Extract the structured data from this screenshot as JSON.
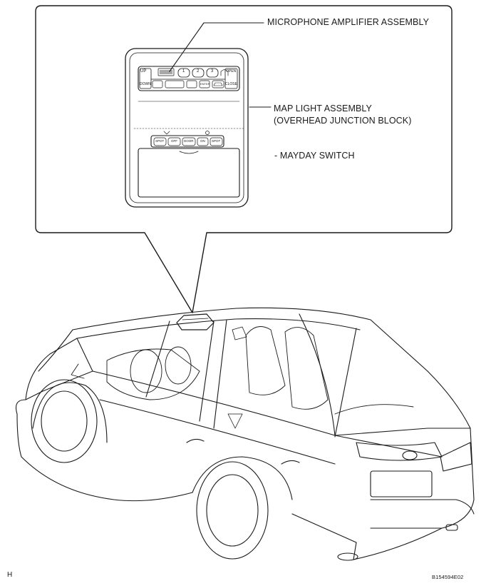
{
  "callouts": {
    "microphone": "MICROPHONE AMPLIFIER ASSEMBLY",
    "map_light_line1": "MAP LIGHT ASSEMBLY",
    "map_light_line2": "(OVERHEAD JUNCTION BLOCK)",
    "mayday": "- MAYDAY SWITCH"
  },
  "panel_labels": {
    "up": "UP",
    "down": "DOWN",
    "open": "OPEN",
    "close": "CLOSE",
    "btn1": "1",
    "btn2": "2",
    "btn3": "3",
    "btn_enter": "ENTER",
    "spot_left": "SPOT",
    "off": "OFF",
    "door": "DOOR",
    "on": "ON",
    "spot_right": "SPOT"
  },
  "corner_left": "H",
  "figure_code": "B154594E02"
}
